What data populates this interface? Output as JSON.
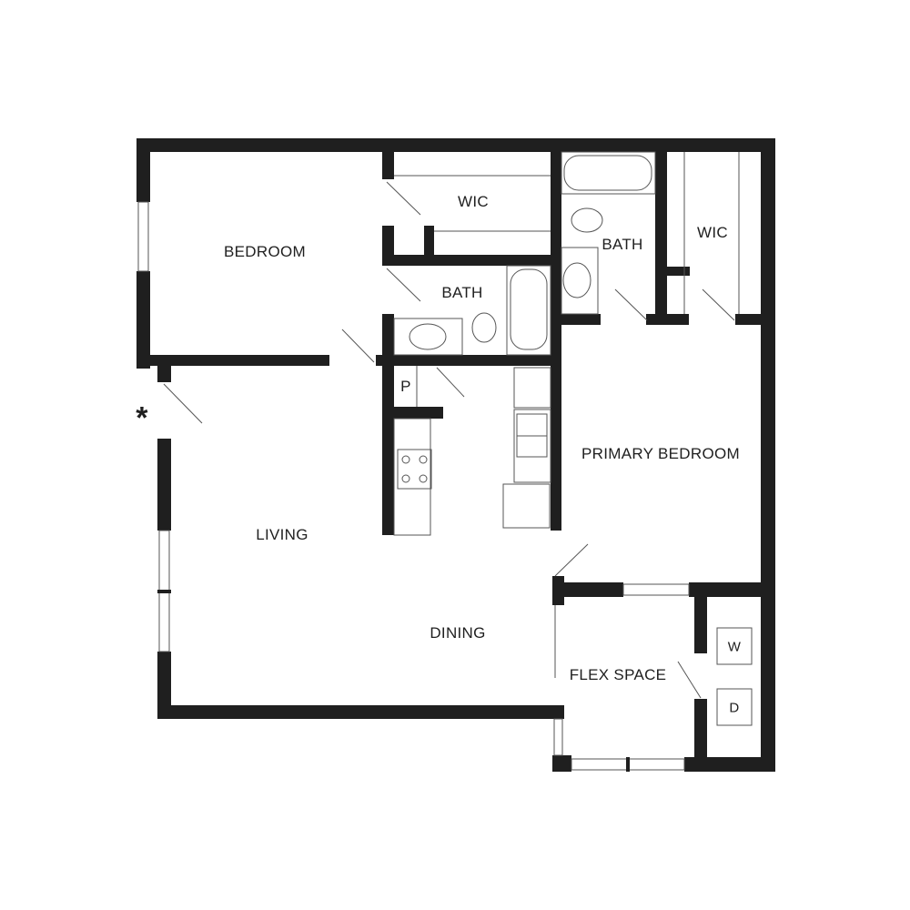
{
  "rooms": {
    "bedroom": "BEDROOM",
    "wic_1": "WIC",
    "bath_1": "BATH",
    "bath_2": "BATH",
    "wic_2": "WIC",
    "pantry": "P",
    "primary_bedroom": "PRIMARY BEDROOM",
    "living": "LIVING",
    "dining": "DINING",
    "flex_space": "FLEX SPACE",
    "washer": "W",
    "dryer": "D"
  },
  "entry_marker": "*",
  "colors": {
    "wall": "#1f1f1f",
    "fixture": "#555555"
  }
}
